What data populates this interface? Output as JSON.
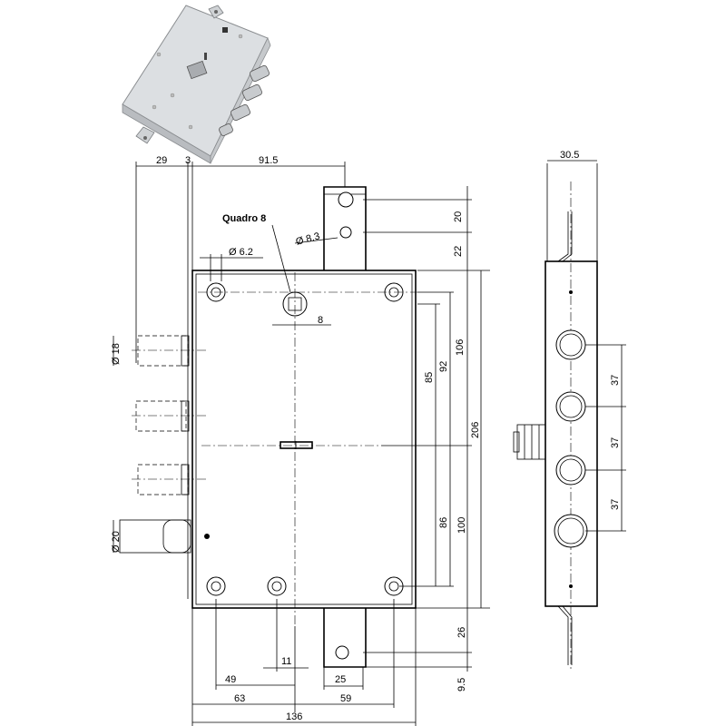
{
  "labels": {
    "quadro": "Quadro 8"
  },
  "dimensions": {
    "d29": "29",
    "d3": "3",
    "d915": "91.5",
    "d20a": "20",
    "d22": "22",
    "d62": "Ø 6.2",
    "d83": "Ø 8.3",
    "sq8": "8",
    "d18": "Ø 18",
    "d85": "85",
    "d92": "92",
    "d106": "106",
    "d206": "206",
    "d86": "86",
    "d100": "100",
    "d20b": "Ø 20",
    "d26": "26",
    "d95": "9.5",
    "d11": "11",
    "d49": "49",
    "d25": "25",
    "d63": "63",
    "d59": "59",
    "d136": "136",
    "d305": "30.5",
    "d37a": "37",
    "d37b": "37",
    "d37c": "37"
  }
}
